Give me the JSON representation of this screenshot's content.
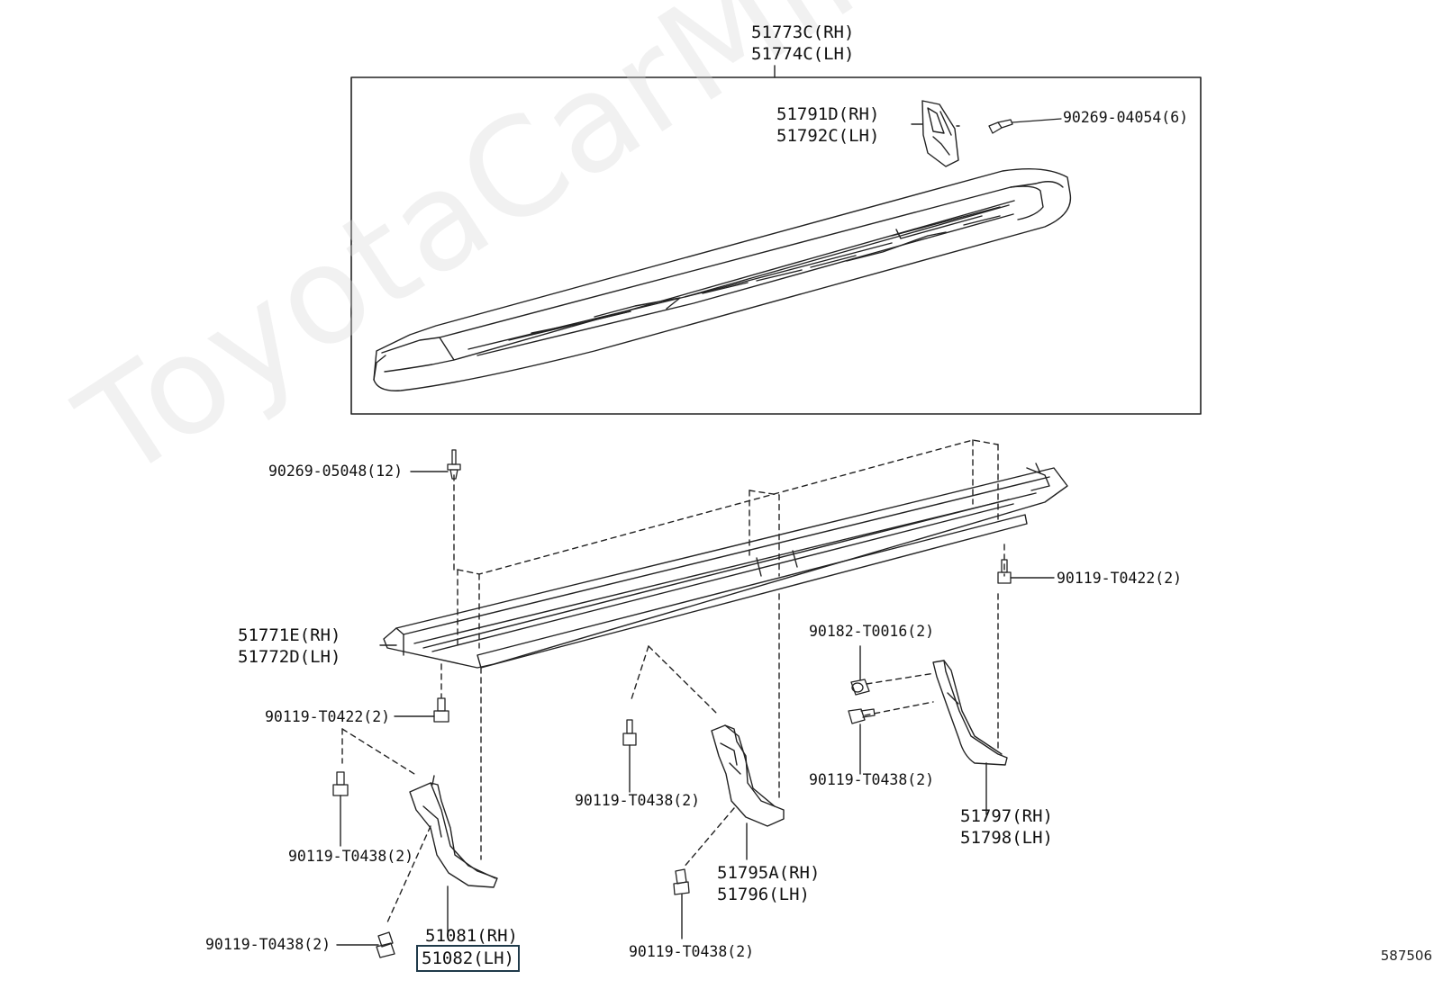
{
  "watermark": "ToyotaCarMine.ru",
  "figure_number": "587506",
  "parts": {
    "step_rh": "51773C(RH)",
    "step_lh": "51774C(LH)",
    "bracket_top_rh": "51791D(RH)",
    "bracket_top_lh": "51792C(LH)",
    "bolt_top": "90269-04054(6)",
    "clip_main": "90269-05048(12)",
    "bolt_right": "90119-T0422(2)",
    "rail_rh": "51771E(RH)",
    "rail_lh": "51772D(LH)",
    "nut_right": "90182-T0016(2)",
    "bolt_left_upper": "90119-T0422(2)",
    "bolt_right_lower": "90119-T0438(2)",
    "bracket_right_rh": "51797(RH)",
    "bracket_right_lh": "51798(LH)",
    "bolt_mid": "90119-T0438(2)",
    "bolt_left_mid": "90119-T0438(2)",
    "bolt_left_low": "90119-T0438(2)",
    "bracket_mid_rh": "51795A(RH)",
    "bracket_mid_lh": "51796(LH)",
    "bolt_mid_low": "90119-T0438(2)",
    "bracket_left_rh": "51081(RH)",
    "bracket_left_lh": "51082(LH)"
  }
}
